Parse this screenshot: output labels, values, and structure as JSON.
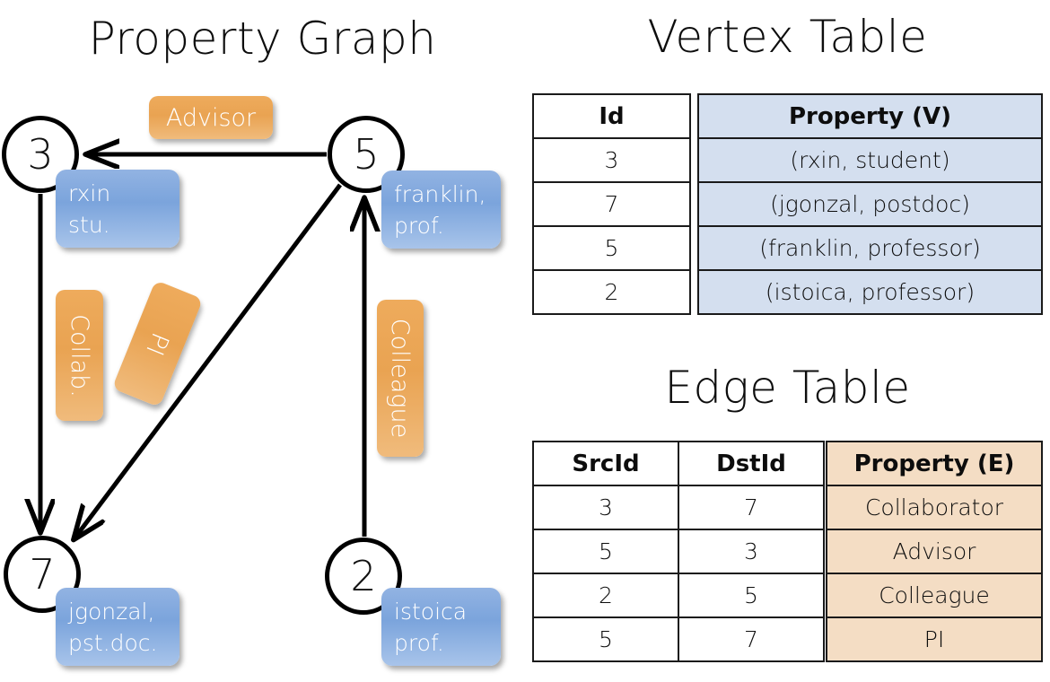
{
  "titles": {
    "property_graph": "Property Graph",
    "vertex_table": "Vertex Table",
    "edge_table": "Edge Table"
  },
  "colors": {
    "node_stroke": "#000000",
    "node_fill": "#ffffff",
    "vertex_property_fill": "#d4dfef",
    "edge_property_fill": "#f4ddc4",
    "property_box_blue": "#7ba4dc",
    "edge_label_orange": "#e9a352",
    "background": "#ffffff"
  },
  "graph": {
    "nodes": [
      {
        "id": "3",
        "label": "3",
        "property_lines": [
          "rxin",
          "stu."
        ]
      },
      {
        "id": "5",
        "label": "5",
        "property_lines": [
          "franklin,",
          "prof."
        ]
      },
      {
        "id": "7",
        "label": "7",
        "property_lines": [
          "jgonzal,",
          "pst.doc."
        ]
      },
      {
        "id": "2",
        "label": "2",
        "property_lines": [
          "istoica",
          "prof."
        ]
      }
    ],
    "edge_labels": [
      {
        "name": "advisor",
        "text": "Advisor",
        "orientation": "horizontal"
      },
      {
        "name": "collab",
        "text": "Collab.",
        "orientation": "vertical"
      },
      {
        "name": "pi",
        "text": "PI",
        "orientation": "rotated"
      },
      {
        "name": "colleague",
        "text": "Colleague",
        "orientation": "vertical"
      }
    ],
    "edges": [
      {
        "from": "5",
        "to": "3",
        "label": "Advisor"
      },
      {
        "from": "3",
        "to": "7",
        "label": "Collab."
      },
      {
        "from": "5",
        "to": "7",
        "label": "PI"
      },
      {
        "from": "2",
        "to": "5",
        "label": "Colleague"
      }
    ]
  },
  "vertex_table": {
    "headers": {
      "id": "Id",
      "property": "Property (V)"
    },
    "rows": [
      {
        "id": "3",
        "property": "(rxin, student)"
      },
      {
        "id": "7",
        "property": "(jgonzal, postdoc)"
      },
      {
        "id": "5",
        "property": "(franklin, professor)"
      },
      {
        "id": "2",
        "property": "(istoica, professor)"
      }
    ]
  },
  "edge_table": {
    "headers": {
      "src": "SrcId",
      "dst": "DstId",
      "property": "Property (E)"
    },
    "rows": [
      {
        "src": "3",
        "dst": "7",
        "property": "Collaborator"
      },
      {
        "src": "5",
        "dst": "3",
        "property": "Advisor"
      },
      {
        "src": "2",
        "dst": "5",
        "property": "Colleague"
      },
      {
        "src": "5",
        "dst": "7",
        "property": "PI"
      }
    ]
  }
}
